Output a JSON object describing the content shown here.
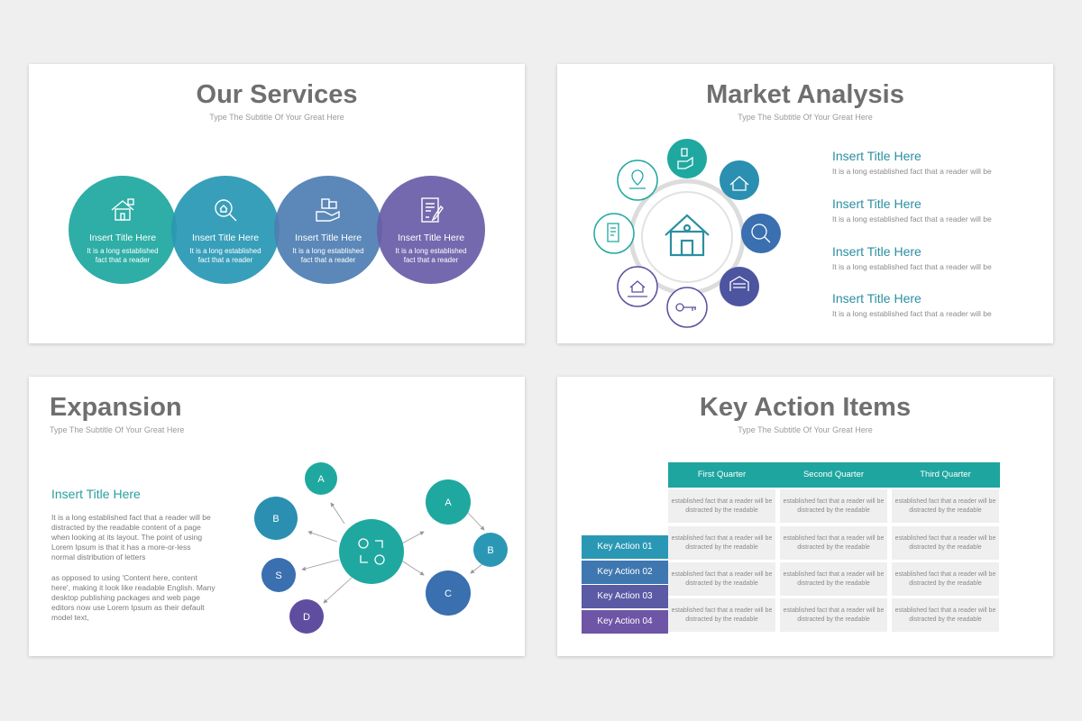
{
  "services": {
    "title": "Our Services",
    "subtitle": "Type The Subtitle Of Your Great Here",
    "items": [
      {
        "title": "Insert Title Here",
        "desc": "It is a long established fact that a reader",
        "icon": "house-icon",
        "color": "#1fa8a0"
      },
      {
        "title": "Insert Title Here",
        "desc": "It is a long established fact that a reader",
        "icon": "search-house-icon",
        "color": "#2a98b5"
      },
      {
        "title": "Insert Title Here",
        "desc": "It is a long established fact that a reader",
        "icon": "money-hand-icon",
        "color": "#4f7fb3"
      },
      {
        "title": "Insert Title Here",
        "desc": "It is a long established fact that a reader",
        "icon": "contract-icon",
        "color": "#6a5ea8"
      }
    ]
  },
  "market": {
    "title": "Market Analysis",
    "subtitle": "Type The Subtitle Of Your Great Here",
    "center_icon": "house-icon",
    "items": [
      {
        "title": "Insert Title Here",
        "desc": "It is a long established fact that a reader will be"
      },
      {
        "title": "Insert Title Here",
        "desc": "It is a long established fact that a reader will be"
      },
      {
        "title": "Insert Title Here",
        "desc": "It is a long established fact that a reader will be"
      },
      {
        "title": "Insert Title Here",
        "desc": "It is a long established fact that a reader will be"
      }
    ],
    "colors": {
      "teal": "#1fa8a0",
      "blue": "#3a7ab0",
      "purple": "#5f4ea0"
    }
  },
  "expansion": {
    "title": "Expansion",
    "subtitle": "Type The Subtitle Of Your Great Here",
    "heading": "Insert Title Here",
    "para1": "It is a long established fact that a reader will be distracted by the readable content of a page when looking at its layout. The point of using Lorem Ipsum is that it has a more-or-less normal distribution of letters",
    "para2": "as opposed to using 'Content here, content here', making it look like readable English. Many desktop publishing packages and web page editors now use Lorem Ipsum as their default model text,",
    "left_nodes": [
      "A",
      "B",
      "S",
      "D"
    ],
    "right_nodes": [
      "A",
      "B",
      "C"
    ]
  },
  "key_actions": {
    "title": "Key Action Items",
    "subtitle": "Type The Subtitle Of Your Great Here",
    "columns": [
      "First Quarter",
      "Second Quarter",
      "Third Quarter"
    ],
    "rows": [
      "Key Action 01",
      "Key Action 02",
      "Key Action 03",
      "Key Action 04"
    ],
    "cell_text": "established fact that a reader will be distracted by the readable",
    "row_colors": [
      "#2a98b5",
      "#3f77b0",
      "#5a5aa5",
      "#6e55a5"
    ]
  }
}
